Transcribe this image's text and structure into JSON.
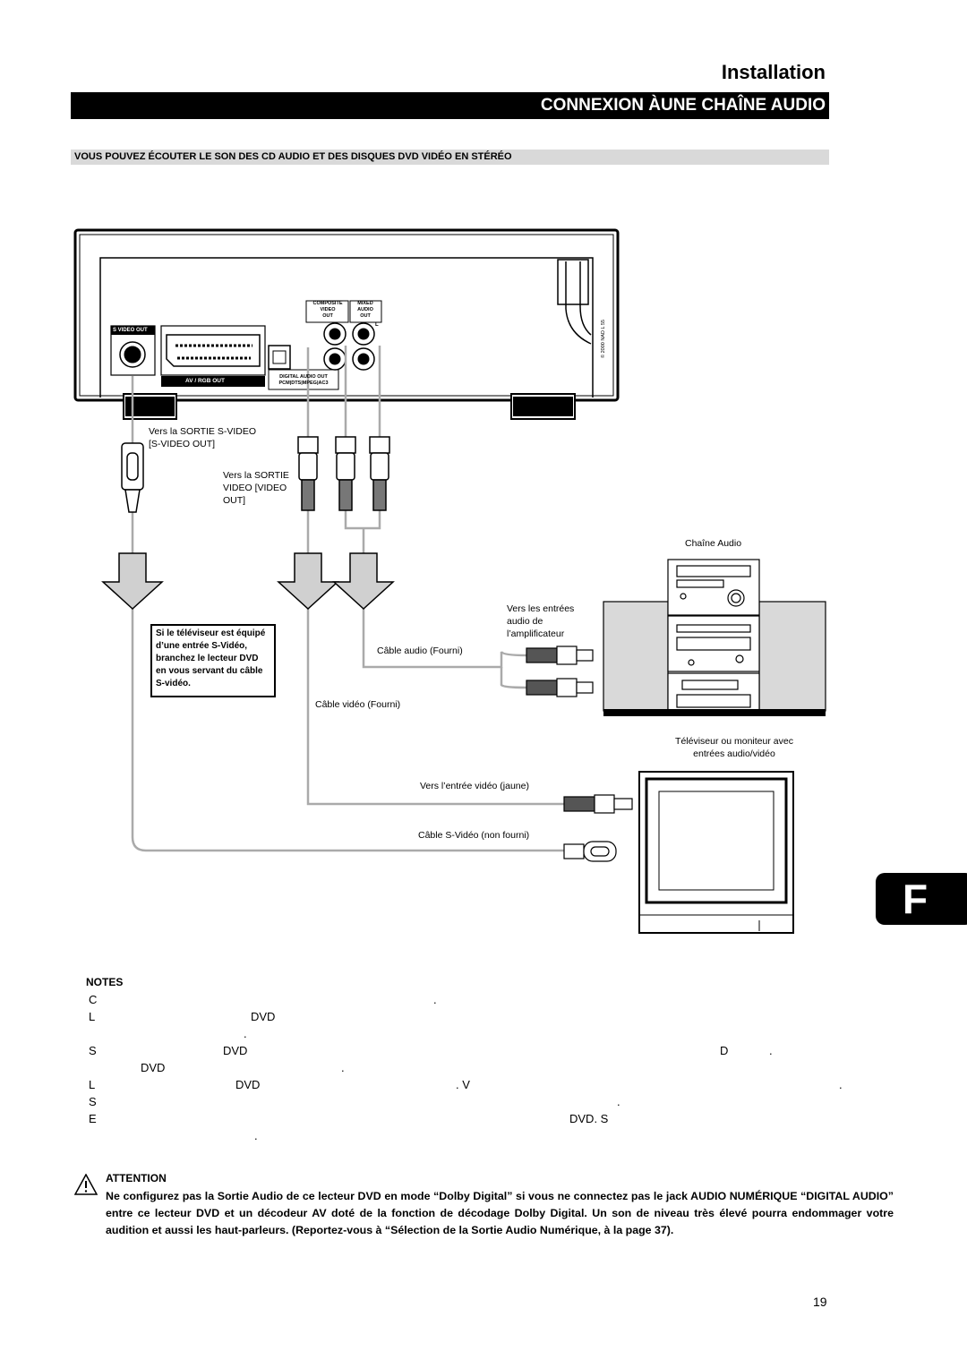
{
  "header": {
    "section": "Installation",
    "title": "CONNEXION ÀUNE CHAÎNE AUDIO",
    "subtitle": "VOUS POUVEZ ÉCOUTER LE SON DES CD AUDIO ET DES DISQUES DVD VIDÉO EN STÉRÉO"
  },
  "diagram": {
    "rear_panel": {
      "svideo_out": "S VIDEO OUT",
      "av_rgb_out": "AV / RGB OUT",
      "composite_video_out": [
        "COMPOSITE",
        "VIDEO",
        "OUT"
      ],
      "mixed_audio_out": [
        "MIXED",
        "AUDIO",
        "OUT"
      ],
      "l_mark": "L",
      "digital_audio_out": [
        "DIGITAL AUDIO OUT",
        "PCM|DTS|MPEG|AC3"
      ],
      "copyright": "© 2000 NAD L 55"
    },
    "labels": {
      "to_svideo_out": [
        "Vers la SORTIE S-VIDEO",
        "[S-VIDEO OUT]"
      ],
      "to_video_out": [
        "Vers la SORTIE",
        "VIDEO [VIDEO",
        "OUT]"
      ],
      "audio_system": "Chaîne Audio",
      "to_amp_inputs": [
        "Vers les entrées",
        "audio de",
        "l’amplificateur"
      ],
      "audio_cable": "Câble audio (Fourni)",
      "video_cable": "Câble vidéo (Fourni)",
      "tv_monitor": [
        "Téléviseur ou moniteur avec",
        "entrées audio/vidéo"
      ],
      "to_video_input": "Vers l’entrée vidéo (jaune)",
      "svideo_cable": "Câble S-Vidéo (non fourni)"
    },
    "tip_box": [
      "Si le téléviseur est équipé",
      "d’une entrée S-Vidéo,",
      "branchez le lecteur DVD",
      "en vous servant du câble",
      "S-vidéo."
    ]
  },
  "tab_letter": "F",
  "notes": {
    "heading": "NOTES",
    "lines": [
      {
        "a": "C",
        "b": "",
        "c": "."
      },
      {
        "a": "L",
        "b": "DVD",
        "c": ""
      },
      {
        "a": "",
        "b": "",
        "c": "."
      },
      {
        "a": "S",
        "b": "DVD",
        "c": "D",
        "d": "."
      },
      {
        "a": "",
        "b": "DVD",
        "c": "."
      },
      {
        "a": "L",
        "b": "DVD",
        "c": ". V",
        "d": "."
      },
      {
        "a": "S",
        "b": "",
        "c": "."
      },
      {
        "a": "E",
        "b": "DVD. S",
        "c": ""
      },
      {
        "a": "",
        "b": "",
        "c": "."
      }
    ]
  },
  "attention": {
    "heading": "ATTENTION",
    "text": "Ne configurez pas la Sortie Audio de ce lecteur DVD en mode “Dolby Digital” si vous ne connectez pas le jack AUDIO NUMÉRIQUE “DIGITAL AUDIO” entre ce lecteur DVD et un décodeur AV doté de la fonction de décodage Dolby Digital. Un son de niveau très élevé pourra endommager votre audition et aussi les haut-parleurs. (Reportez-vous à “Sélection de la Sortie Audio Numérique, à la page 37)."
  },
  "page_number": "19"
}
